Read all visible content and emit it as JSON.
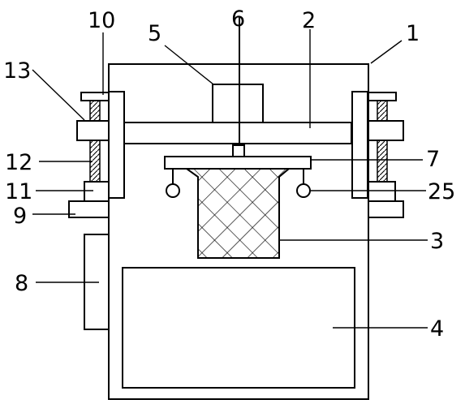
{
  "labels": {
    "l1": "1",
    "l2": "2",
    "l3": "3",
    "l4": "4",
    "l5": "5",
    "l6": "6",
    "l7": "7",
    "l8": "8",
    "l9": "9",
    "l10": "10",
    "l11": "11",
    "l12": "12",
    "l13": "13",
    "l25": "25"
  }
}
